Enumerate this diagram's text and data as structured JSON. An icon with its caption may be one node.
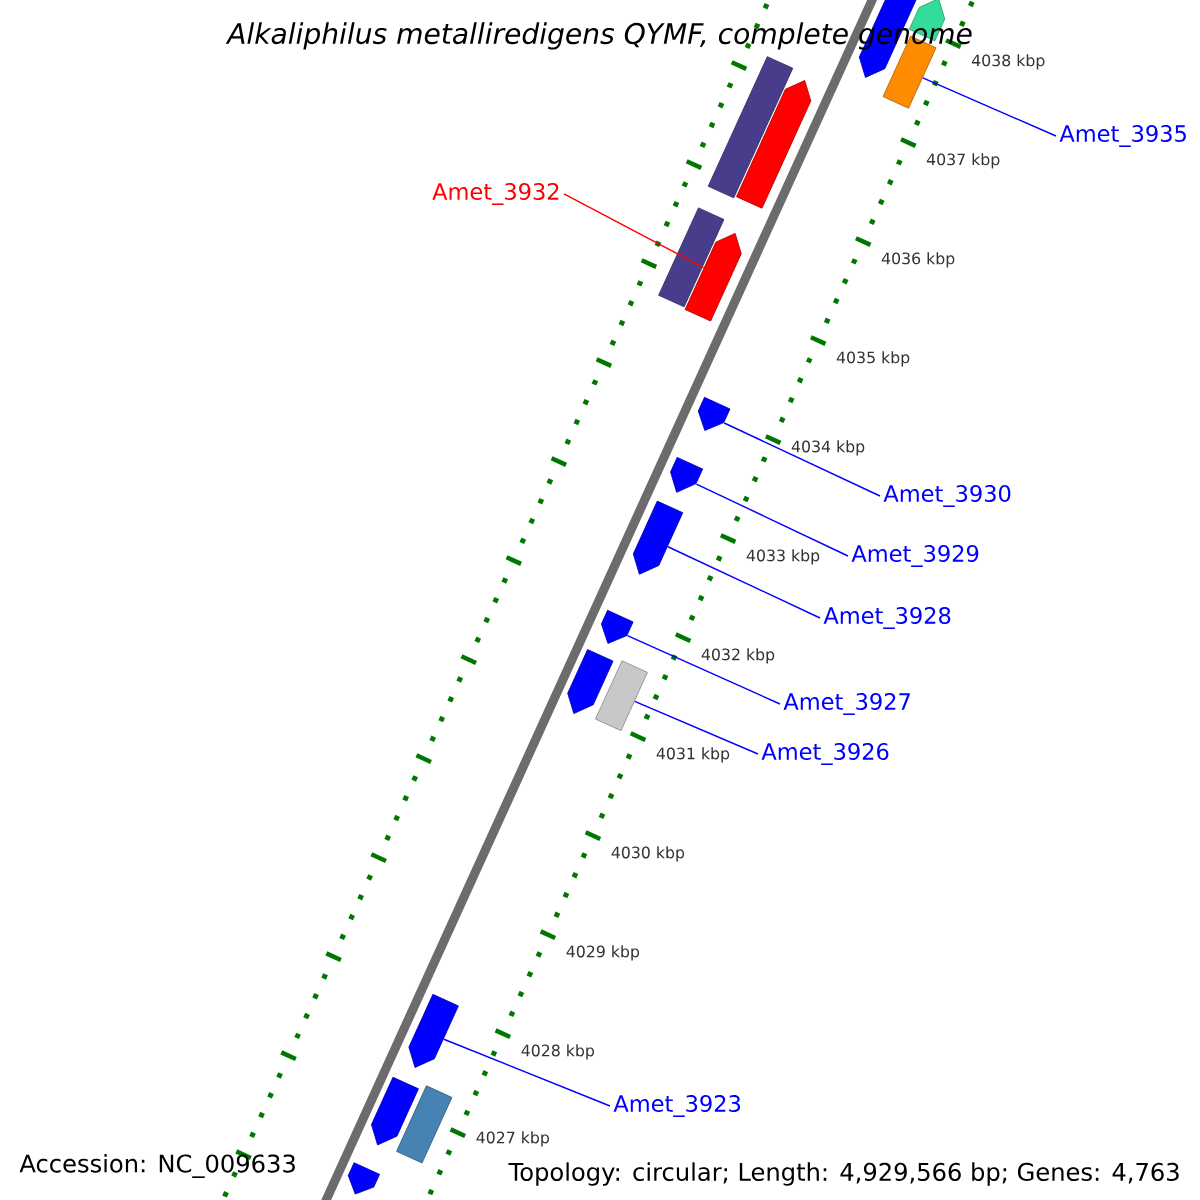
{
  "diagram": {
    "title": "Alkaliphilus metalliredigens QYMF, complete genome",
    "nodes": [
      {
        "text": [
          "Amet_3935"
        ]
      },
      {
        "text": [
          "Amet_3932"
        ]
      },
      {
        "text": [
          "Amet_3930"
        ]
      },
      {
        "text": [
          "Amet_3929"
        ]
      },
      {
        "text": [
          "Amet_3928"
        ]
      },
      {
        "text": [
          "Amet_3927"
        ]
      },
      {
        "text": [
          "Amet_3926"
        ]
      },
      {
        "text": [
          "Amet_3923"
        ]
      },
      {
        "text": [],
        "shape": "arrow"
      },
      {
        "text": [],
        "shape": "arrow"
      },
      {
        "text": [],
        "shape": "bar"
      },
      {
        "text": [],
        "shape": "bar"
      },
      {
        "text": [],
        "shape": "arrow"
      },
      {
        "text": [],
        "shape": "bar"
      },
      {
        "text": [],
        "shape": "arrow"
      },
      {
        "text": [],
        "shape": "arrow"
      },
      {
        "text": [],
        "shape": "arrow"
      },
      {
        "text": [],
        "shape": "arrow"
      },
      {
        "text": [],
        "shape": "arrow"
      },
      {
        "text": [],
        "shape": "arrow"
      },
      {
        "text": [],
        "shape": "bar"
      },
      {
        "text": [],
        "shape": "arrow"
      },
      {
        "text": [],
        "shape": "arrow"
      },
      {
        "text": [],
        "shape": "bar"
      },
      {
        "text": [],
        "shape": "arrow"
      }
    ],
    "edges": [
      {
        "from": 0,
        "to": 10,
        "arrow": "none"
      },
      {
        "from": 1,
        "to": 14,
        "arrow": "none",
        "color": "#ff0000"
      },
      {
        "from": 2,
        "to": 15,
        "arrow": "none"
      },
      {
        "from": 3,
        "to": 16,
        "arrow": "none"
      },
      {
        "from": 4,
        "to": 17,
        "arrow": "none"
      },
      {
        "from": 5,
        "to": 18,
        "arrow": "none"
      },
      {
        "from": 6,
        "to": 20,
        "arrow": "none"
      },
      {
        "from": 7,
        "to": 21,
        "arrow": "none"
      }
    ],
    "labels": [
      "4038 kbp",
      "4037 kbp",
      "4036 kbp",
      "4035 kbp",
      "4034 kbp",
      "4033 kbp",
      "4032 kbp",
      "4031 kbp",
      "4030 kbp",
      "4029 kbp",
      "4028 kbp",
      "4027 kbp",
      "Accession: NC_009633",
      "Topology: circular; Length: 4,929,566 bp; Genes: 4,763"
    ]
  }
}
